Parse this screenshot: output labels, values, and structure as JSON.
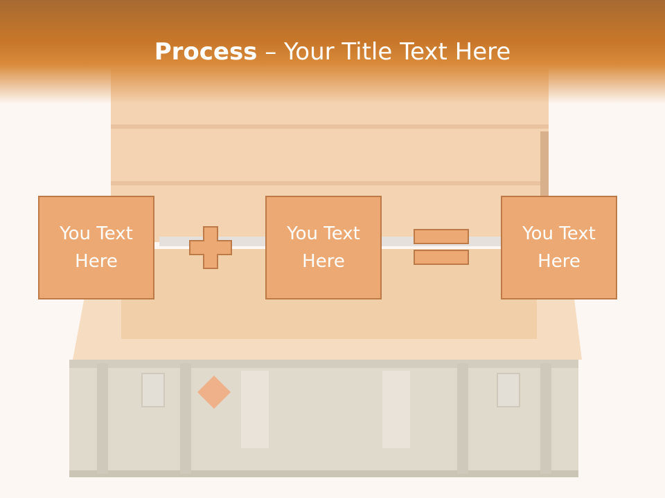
{
  "slide": {
    "title_bold": "Process",
    "title_rest": " – Your Title Text Here",
    "boxes": [
      {
        "label": "You Text Here"
      },
      {
        "label": "You Text Here"
      },
      {
        "label": "You Text Here"
      }
    ],
    "operators": [
      "plus-icon",
      "equals-icon"
    ],
    "colors": {
      "header": "#c8772a",
      "box_fill": "#eda974",
      "box_border": "#bb7a48",
      "background": "#fcf7f3"
    }
  }
}
